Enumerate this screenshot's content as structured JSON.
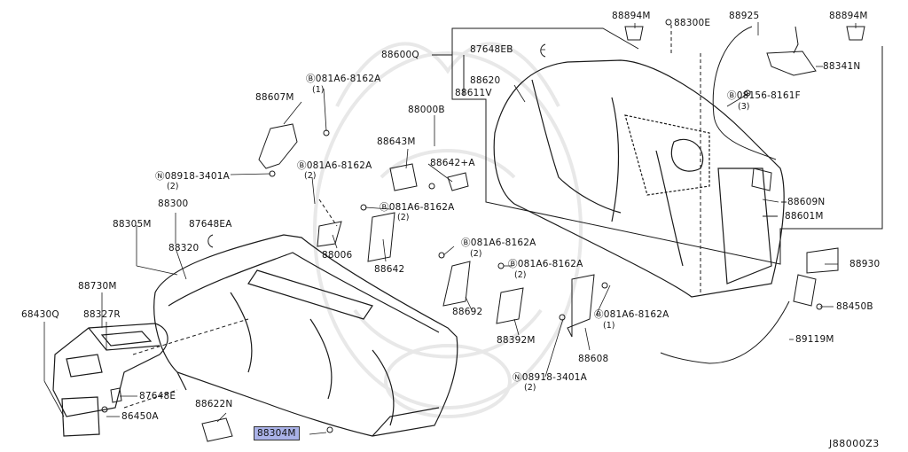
{
  "diagram_code": "J88000Z3",
  "parts": {
    "p88894M_left": "88894M",
    "p88300E": "88300E",
    "p88925": "88925",
    "p88894M_right": "88894M",
    "p87648EB": "87648EB",
    "p88600Q": "88600Q",
    "p88341N": "88341N",
    "p88620": "88620",
    "p88611V": "88611V",
    "p08156": "Ⓑ08156-8161F",
    "p08156_q": "(3)",
    "p081A6_a": "Ⓑ081A6-8162A",
    "p081A6_a_q": "(1)",
    "p88607M": "88607M",
    "p88000B": "88000B",
    "p88643M": "88643M",
    "p88642A": "88642+A",
    "p081A6_b": "Ⓑ081A6-8162A",
    "p081A6_b_q": "(2)",
    "p08918_a": "Ⓝ08918-3401A",
    "p08918_a_q": "(2)",
    "p88609N": "88609N",
    "p88601M": "88601M",
    "p88300": "88300",
    "p88305M": "88305M",
    "p87648EA": "87648EA",
    "p081A6_c": "Ⓑ081A6-8162A",
    "p081A6_c_q": "(2)",
    "p88320": "88320",
    "p88006": "88006",
    "p88642": "88642",
    "p081A6_d": "Ⓑ081A6-8162A",
    "p081A6_d_q": "(2)",
    "p88930": "88930",
    "p081A6_e": "Ⓑ081A6-8162A",
    "p081A6_e_q": "(2)",
    "p88730M": "88730M",
    "p68430Q": "68430Q",
    "p88327R": "88327R",
    "p88692": "88692",
    "p88450B": "88450B",
    "p081A6_f": "Ⓑ081A6-8162A",
    "p081A6_f_q": "(1)",
    "p88392M": "88392M",
    "p89119M": "89119M",
    "p88608": "88608",
    "p87648E": "87648E",
    "p08918_b": "Ⓝ08918-3401A",
    "p08918_b_q": "(2)",
    "p86450A": "86450A",
    "p88622N": "88622N",
    "p88304M": "88304M"
  },
  "colors": {
    "line": "#1a1a1a",
    "highlight": "#aab2e8",
    "watermark": "#e6e6e6"
  }
}
